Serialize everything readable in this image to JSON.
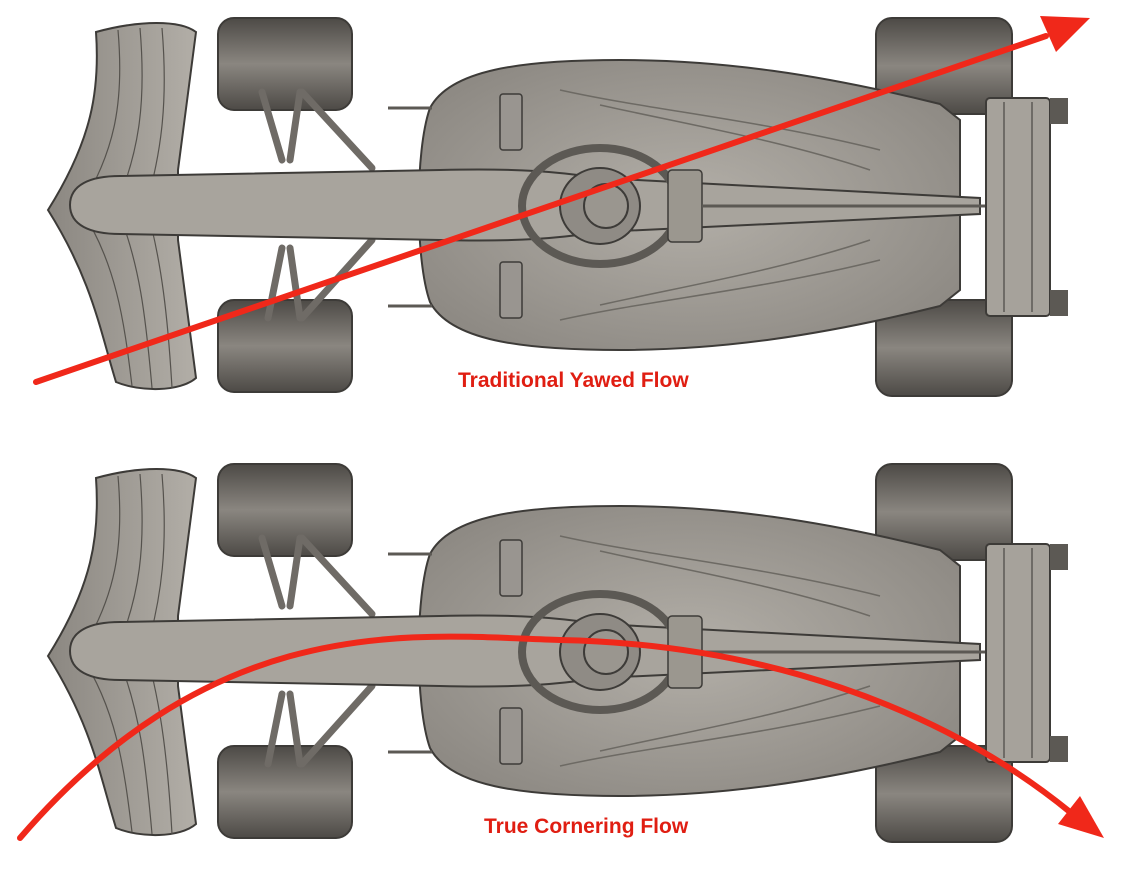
{
  "colors": {
    "flow_arrow": "#f0281a",
    "caption_text": "#e01e12",
    "car_body": "#a09c95",
    "car_body_dark": "#77736d",
    "car_outline": "#3d3b38",
    "tyre": "#6c6964",
    "background": "#ffffff"
  },
  "icons": {
    "car": "f1-car-top-view",
    "arrow": "flow-arrow"
  },
  "panels": [
    {
      "id": "yawed",
      "caption": "Traditional Yawed Flow",
      "flow_shape": "straight"
    },
    {
      "id": "cornering",
      "caption": "True Cornering Flow",
      "flow_shape": "curved"
    }
  ]
}
